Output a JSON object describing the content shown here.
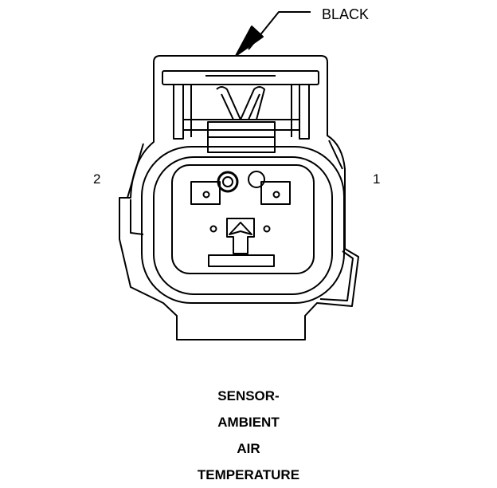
{
  "callout": {
    "color_label": "BLACK"
  },
  "pins": {
    "left_label": "2",
    "right_label": "1"
  },
  "title_lines": [
    "SENSOR-",
    "AMBIENT",
    "AIR",
    "TEMPERATURE"
  ],
  "colors": {
    "line": "#000000",
    "background": "#ffffff"
  }
}
